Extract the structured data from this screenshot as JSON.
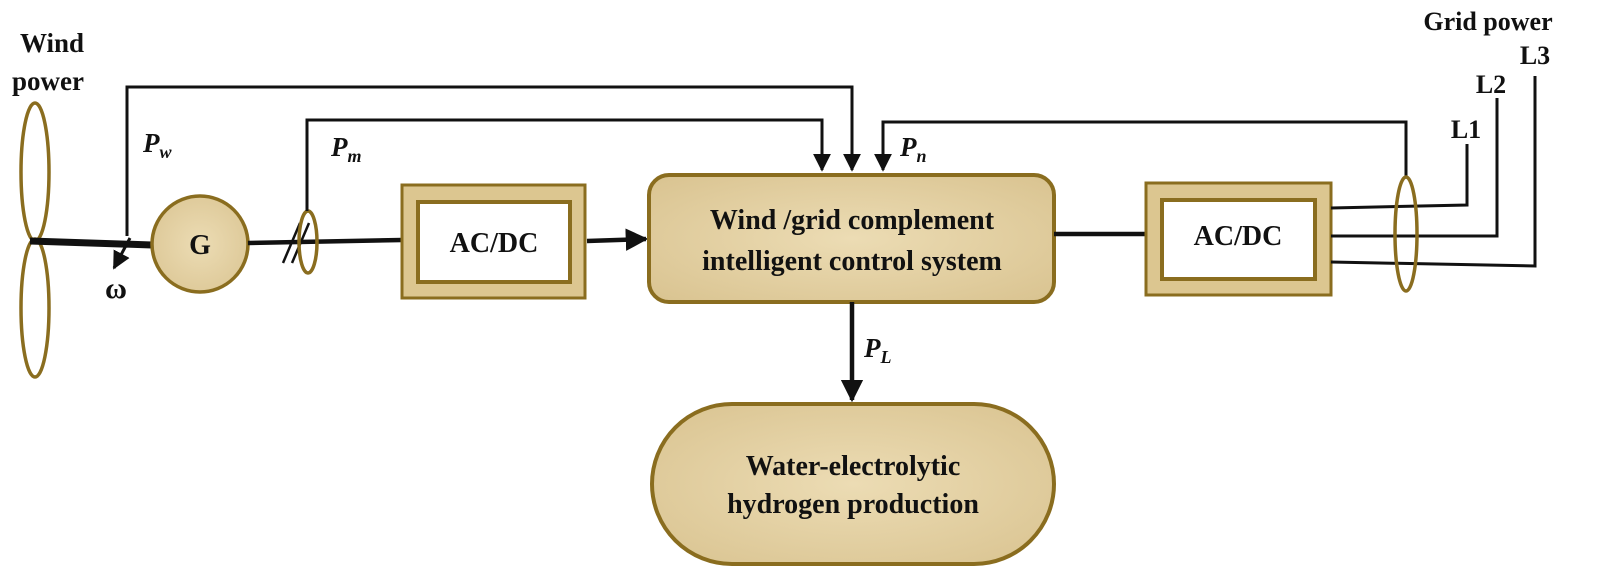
{
  "labels": {
    "wind_power_line1": "Wind",
    "wind_power_line2": "power",
    "grid_power": "Grid power",
    "omega": "ω",
    "generator": "G",
    "ac_dc_left": "AC/DC",
    "ac_dc_right": "AC/DC",
    "control_line1": "Wind /grid complement",
    "control_line2": "intelligent control system",
    "hydrogen_line1": "Water-electrolytic",
    "hydrogen_line2": "hydrogen production",
    "l1": "L1",
    "l2": "L2",
    "l3": "L3"
  },
  "signals": {
    "pw": {
      "main": "P",
      "sub": "w"
    },
    "pm": {
      "main": "P",
      "sub": "m"
    },
    "pn": {
      "main": "P",
      "sub": "n"
    },
    "pl": {
      "main": "P",
      "sub": "L"
    }
  },
  "colors": {
    "box_fill": "#e2cfa3",
    "box_border": "#8a6d1f",
    "line": "#111111"
  }
}
